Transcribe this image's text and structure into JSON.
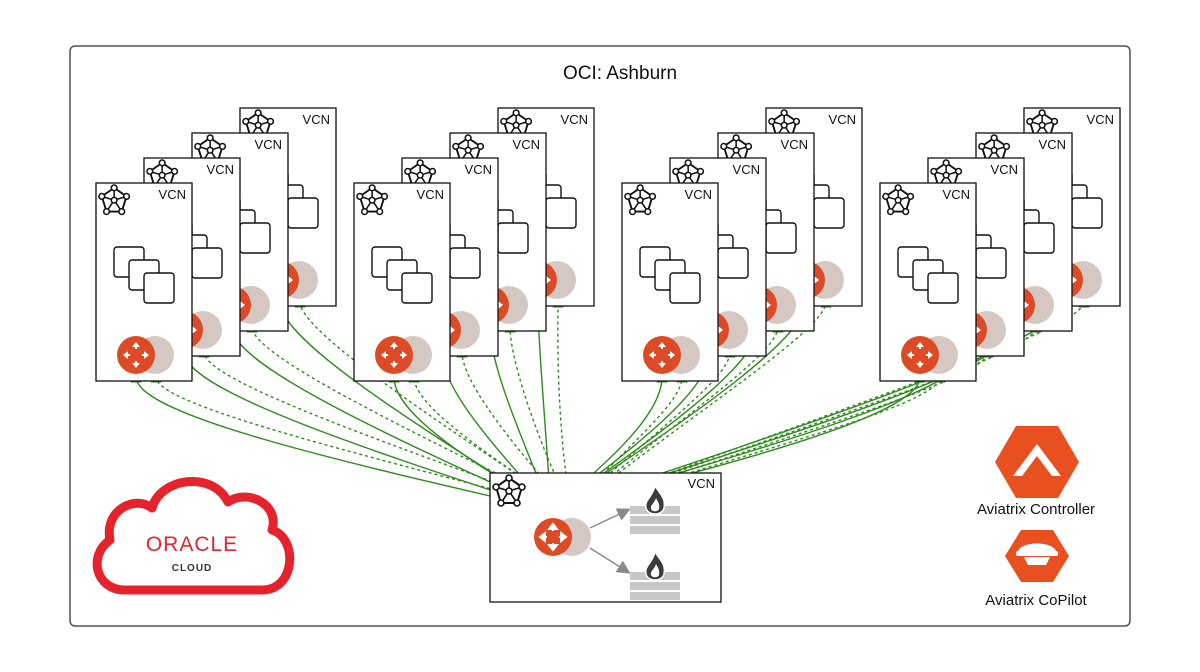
{
  "region": {
    "title": "OCI: Ashburn"
  },
  "vcn_label": "VCN",
  "groups": [
    {
      "spokes": [
        "VCN",
        "VCN",
        "VCN",
        "VCN"
      ]
    },
    {
      "spokes": [
        "VCN",
        "VCN",
        "VCN",
        "VCN"
      ]
    },
    {
      "spokes": [
        "VCN",
        "VCN",
        "VCN",
        "VCN"
      ]
    },
    {
      "spokes": [
        "VCN",
        "VCN",
        "VCN",
        "VCN"
      ]
    }
  ],
  "transit": {
    "label": "VCN",
    "firewalls": 2
  },
  "oracle_logo": {
    "brand": "ORACLE",
    "sub": "CLOUD",
    "color": "#e5232c"
  },
  "legend": {
    "controller": "Aviatrix Controller",
    "copilot": "Aviatrix CoPilot",
    "color": "#e8501f"
  },
  "colors": {
    "gateway": "#dc4a26",
    "gateway_ha": "#d5c8c3",
    "connection": "#2e8b1d",
    "firewall": "#c7c7c7"
  }
}
